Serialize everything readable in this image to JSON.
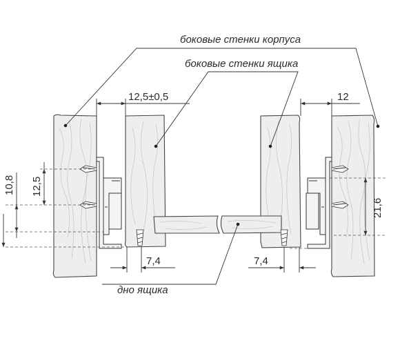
{
  "labels": {
    "cabinet_walls": "боковые стенки корпуса",
    "drawer_walls": "боковые стенки ящика",
    "drawer_bottom": "дно ящика"
  },
  "dimensions": {
    "gap_left": "12,5±0,5",
    "gap_right": "12",
    "vertical_left_outer": "10,8",
    "vertical_left_inner": "12,5",
    "vertical_right": "21,6",
    "bottom_left": "7,4",
    "bottom_right": "7,4"
  }
}
